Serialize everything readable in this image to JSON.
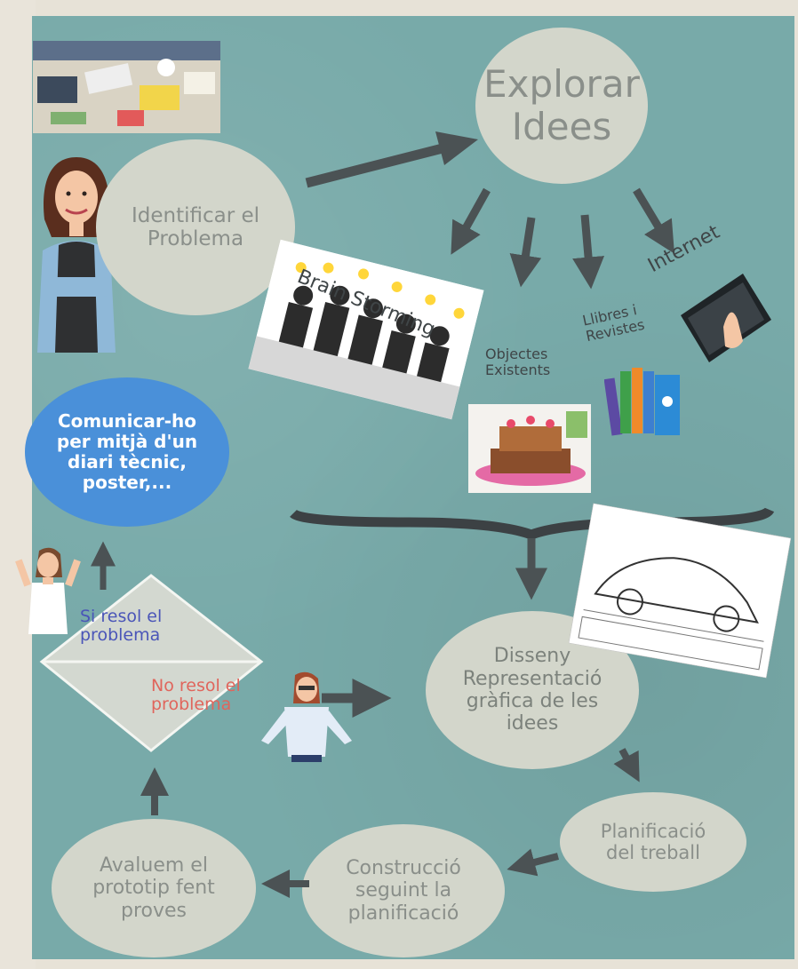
{
  "nodes": {
    "explorar": "Explorar\nIdees",
    "identificar": "Identificar el\nProblema",
    "comunicar": "Comunicar-ho\nper mitjà d'un\ndiari tècnic,\nposter,...",
    "disseny": "Disseny\nRepresentació\ngràfica de les\nidees",
    "planificacio": "Planificació\ndel treball",
    "construccio": "Construcció\nseguint la\nplanificació",
    "avaluem": "Avaluem el\nprototip fent\nproves"
  },
  "branches": {
    "brainstorming": "Brain Storming",
    "objectes": "Objectes\nExistents",
    "llibres": "Llibres i\nRevistes",
    "internet": "Internet"
  },
  "decision": {
    "si": "Si resol el\nproblema",
    "no": "No resol el\nproblema"
  },
  "colors": {
    "board": "#78aaa9",
    "bubble": "#d3d6cb",
    "bubble_text": "#8a8f8a",
    "comunicar_bg": "#4a90d9",
    "arrow": "#4b5254",
    "si_text": "#4a55b8",
    "no_text": "#e0655c"
  },
  "icons": [
    "desk-photo",
    "woman-avatar",
    "brainstorm-illustration",
    "laptop-icon",
    "books-icon",
    "cake-photo",
    "car-blueprint",
    "cheering-woman",
    "shrugging-woman"
  ]
}
